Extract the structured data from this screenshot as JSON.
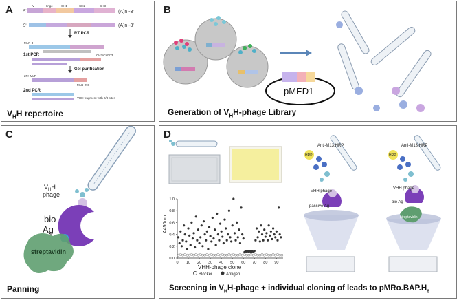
{
  "panel_a": {
    "label": "A",
    "caption_pre": "V",
    "caption_sub": "H",
    "caption_post": "H repertoire",
    "gene_labels": [
      "V",
      "Hinge",
      "CH1",
      "CH2",
      "CH3"
    ],
    "polyA_top": "(A)n -3'",
    "polyA_mid": "(A)n -3'",
    "five_prime": "5'",
    "steps": [
      "RT PCR",
      "1st PCR",
      "Gel purification",
      "2nd PCR"
    ],
    "primer_labels": [
      "MLP-3",
      "CH2/CH2b3",
      "2Pr-MLP",
      "MLB-296"
    ],
    "fragment_label": "VHH fragment with 2/8 sites"
  },
  "panel_b": {
    "label": "B",
    "caption_pre": "Generation of V",
    "caption_sub": "H",
    "caption_post": "H-phage Library",
    "plasmid": "pMED1"
  },
  "panel_c": {
    "label": "C",
    "caption": "Panning",
    "phage_pre": "V",
    "phage_sub": "H",
    "phage_post": "H",
    "phage_word": "phage",
    "bio": "bio",
    "ag": "Ag",
    "streptavidin": "streptavidin"
  },
  "panel_d": {
    "label": "D",
    "caption_pre": "Screening in V",
    "caption_sub": "H",
    "caption_post": "H-phage + individual cloning of leads to pMRo.BAP.H",
    "caption_sub2": "6",
    "anti_m13": "Anti-M13:HRP",
    "hrp": "HRP",
    "phage_label": "VHH phage",
    "passive_ag": "passive Ag",
    "bio_ag": "bio Ag",
    "streptavidin": "streptavidin"
  },
  "chart_data": {
    "type": "scatter",
    "ylabel": "A450nm",
    "xlabel": "VHH-phage clone",
    "xlim": [
      0,
      96
    ],
    "ylim": [
      0,
      1.0
    ],
    "xticks": [
      0,
      10,
      20,
      30,
      40,
      50,
      60,
      70,
      80,
      90
    ],
    "yticks": [
      0.0,
      0.2,
      0.4,
      0.6,
      0.8,
      1.0
    ],
    "legend": [
      "Blocker",
      "Antigen"
    ],
    "series": [
      {
        "name": "Blocker",
        "x": [
          1,
          3,
          5,
          7,
          9,
          11,
          13,
          15,
          17,
          19,
          21,
          23,
          25,
          27,
          29,
          31,
          33,
          35,
          37,
          39,
          41,
          43,
          45,
          47,
          49,
          51,
          53,
          55,
          57,
          59,
          61,
          63,
          65,
          67,
          69,
          71,
          73,
          75,
          77,
          79,
          81,
          83,
          85,
          87,
          89,
          91,
          93,
          95
        ],
        "y": [
          0.05,
          0.06,
          0.05,
          0.06,
          0.05,
          0.05,
          0.06,
          0.05,
          0.06,
          0.05,
          0.06,
          0.05,
          0.05,
          0.06,
          0.05,
          0.06,
          0.05,
          0.05,
          0.06,
          0.05,
          0.06,
          0.05,
          0.05,
          0.06,
          0.05,
          0.06,
          0.05,
          0.05,
          0.06,
          0.05,
          0.06,
          0.05,
          0.05,
          0.06,
          0.05,
          0.06,
          0.05,
          0.05,
          0.06,
          0.05,
          0.06,
          0.05,
          0.05,
          0.06,
          0.05,
          0.06,
          0.05,
          0.05
        ]
      },
      {
        "name": "Antigen",
        "x": [
          1,
          2,
          3,
          4,
          5,
          6,
          7,
          8,
          9,
          10,
          11,
          12,
          13,
          14,
          15,
          16,
          17,
          18,
          19,
          20,
          21,
          22,
          23,
          24,
          25,
          26,
          27,
          28,
          29,
          30,
          31,
          32,
          33,
          34,
          35,
          36,
          37,
          38,
          39,
          40,
          41,
          42,
          43,
          44,
          45,
          46,
          47,
          48,
          49,
          50,
          51,
          52,
          53,
          54,
          55,
          56,
          57,
          58,
          59,
          60,
          61,
          62,
          63,
          64,
          65,
          66,
          67,
          68,
          69,
          70,
          71,
          72,
          73,
          74,
          75,
          76,
          77,
          78,
          79,
          80,
          81,
          82,
          83,
          84,
          85,
          86,
          87,
          88,
          89,
          90,
          91,
          92,
          93,
          94
        ],
        "y": [
          0.35,
          0.25,
          0.45,
          0.2,
          0.3,
          0.55,
          0.4,
          0.28,
          0.15,
          0.5,
          0.38,
          0.22,
          0.6,
          0.33,
          0.42,
          0.18,
          0.7,
          0.3,
          0.48,
          0.25,
          0.35,
          0.55,
          0.2,
          0.62,
          0.4,
          0.3,
          0.45,
          0.15,
          0.52,
          0.37,
          0.28,
          0.68,
          0.33,
          0.48,
          0.22,
          0.75,
          0.4,
          0.3,
          0.58,
          0.45,
          0.36,
          0.25,
          0.65,
          0.5,
          0.3,
          0.4,
          0.8,
          0.35,
          0.28,
          0.55,
          1.0,
          0.42,
          0.3,
          0.6,
          0.35,
          0.48,
          0.25,
          0.85,
          0.4,
          0.33,
          0.1,
          0.12,
          0.1,
          0.12,
          0.1,
          0.12,
          0.1,
          0.12,
          0.1,
          0.12,
          0.3,
          0.5,
          0.35,
          0.45,
          0.28,
          0.55,
          0.4,
          0.3,
          0.48,
          0.36,
          0.42,
          0.3,
          0.55,
          0.38,
          0.45,
          0.32,
          0.5,
          0.4,
          0.35,
          0.45,
          0.3,
          0.85,
          0.4,
          0.35
        ]
      }
    ]
  }
}
